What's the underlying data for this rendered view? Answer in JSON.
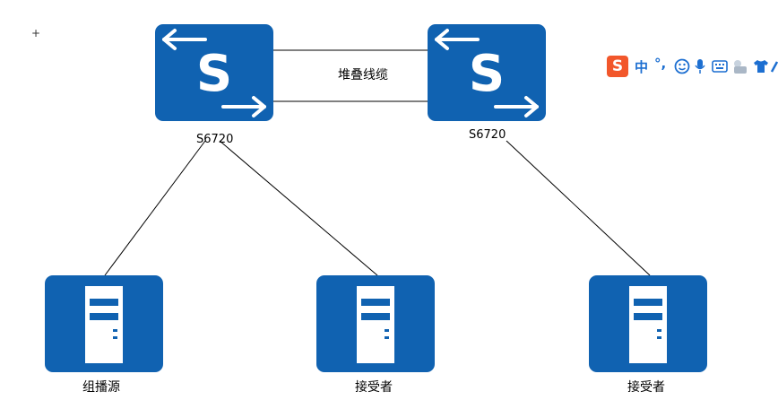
{
  "diagram": {
    "cable_label": "堆叠线缆",
    "switches": [
      {
        "id": "sw1",
        "label": "S6720",
        "glyph": "S"
      },
      {
        "id": "sw2",
        "label": "S6720",
        "glyph": "S"
      }
    ],
    "servers": [
      {
        "id": "srv1",
        "label": "组播源"
      },
      {
        "id": "srv2",
        "label": "接受者"
      },
      {
        "id": "srv3",
        "label": "接受者"
      }
    ]
  },
  "ime_toolbar": {
    "logo": "S",
    "mode": "中",
    "punct": "°,"
  },
  "colors": {
    "device": "#1062b1",
    "link": "#000000",
    "ime_logo": "#f2572b",
    "ime_icons": "#1d6fd1"
  }
}
